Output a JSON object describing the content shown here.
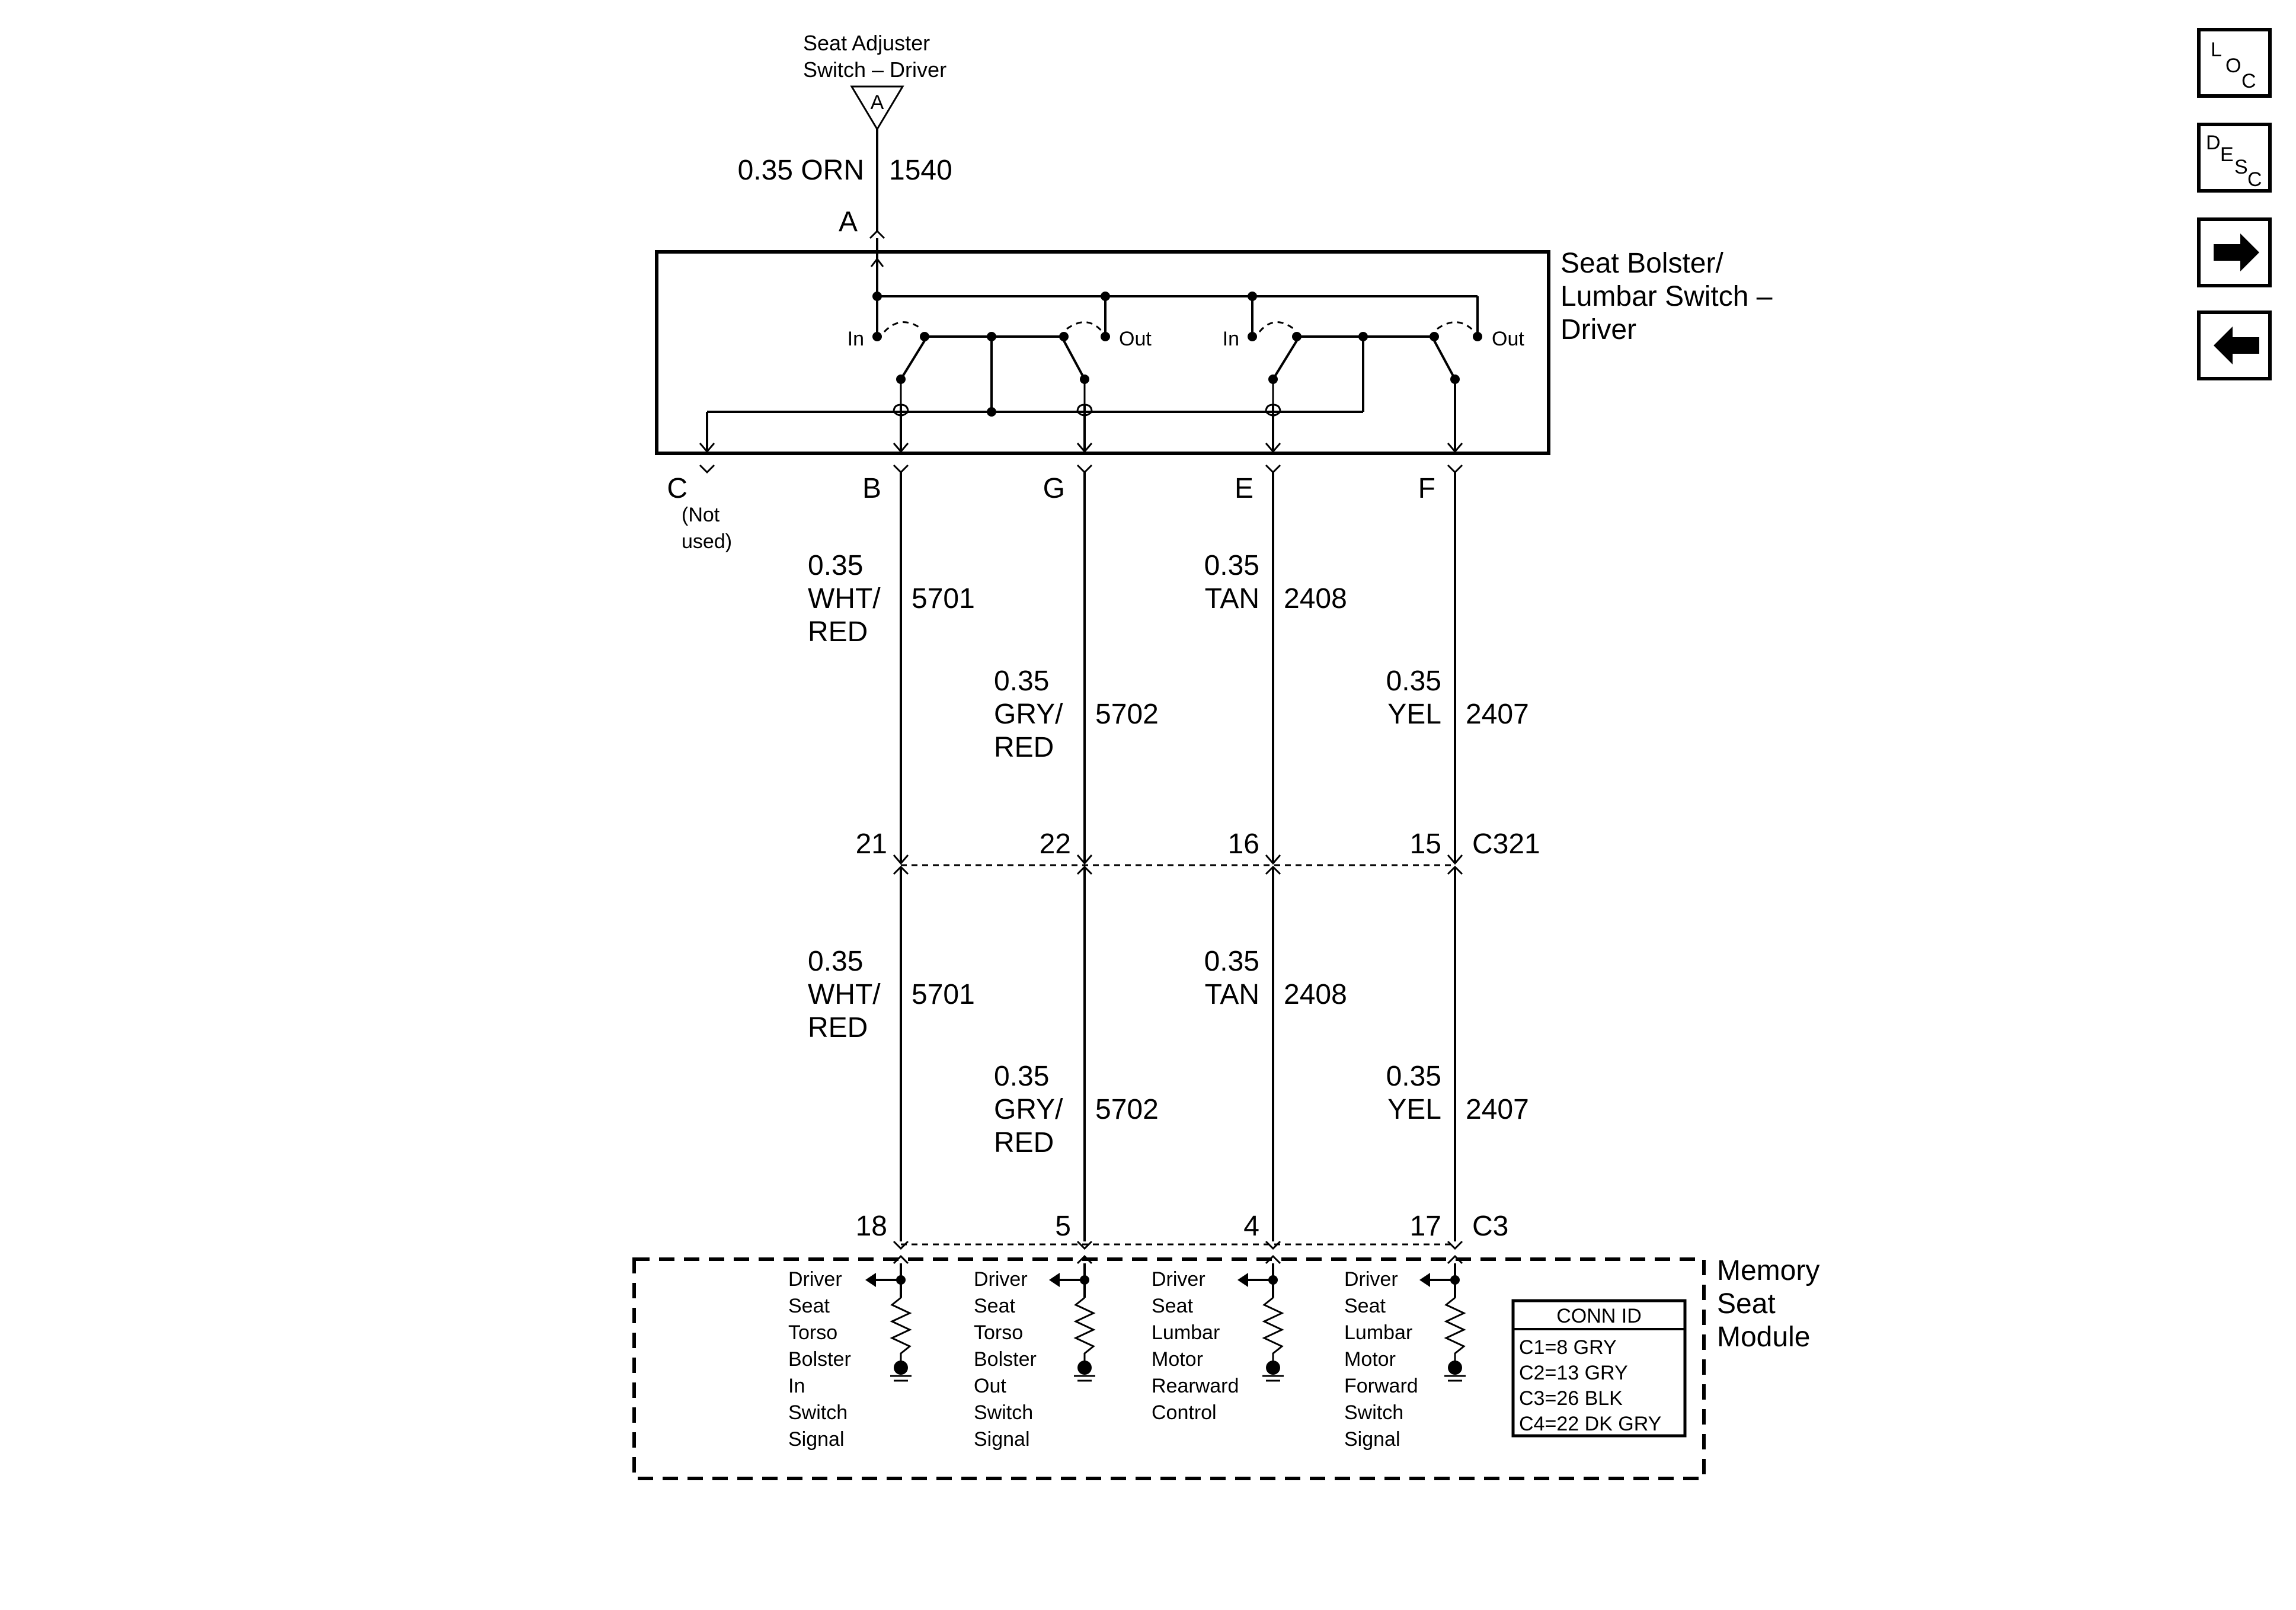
{
  "top_connector": {
    "component": [
      "Seat Adjuster",
      "Switch – Driver"
    ],
    "connector_letter": "A",
    "wire_size_color": "0.35 ORN",
    "circuit": "1540",
    "pin": "A"
  },
  "switch_component": {
    "name": [
      "Seat Bolster/",
      "Lumbar Switch –",
      "Driver"
    ],
    "contact_labels": [
      "In",
      "Out",
      "In",
      "Out"
    ]
  },
  "switch_pins": {
    "C": "C",
    "C_note": [
      "(Not",
      "used)"
    ],
    "B": "B",
    "G": "G",
    "E": "E",
    "F": "F"
  },
  "upper_wires": [
    {
      "lines": [
        "0.35",
        "WHT/",
        "RED"
      ],
      "circuit": "5701"
    },
    {
      "lines": [
        "0.35",
        "GRY/",
        "RED"
      ],
      "circuit": "5702"
    },
    {
      "lines": [
        "0.35",
        "TAN"
      ],
      "circuit": "2408"
    },
    {
      "lines": [
        "0.35",
        "YEL"
      ],
      "circuit": "2407"
    }
  ],
  "c321": {
    "pins": [
      "21",
      "22",
      "16",
      "15"
    ],
    "name": "C321"
  },
  "lower_wires": [
    {
      "lines": [
        "0.35",
        "WHT/",
        "RED"
      ],
      "circuit": "5701"
    },
    {
      "lines": [
        "0.35",
        "GRY/",
        "RED"
      ],
      "circuit": "5702"
    },
    {
      "lines": [
        "0.35",
        "TAN"
      ],
      "circuit": "2408"
    },
    {
      "lines": [
        "0.35",
        "YEL"
      ],
      "circuit": "2407"
    }
  ],
  "c3": {
    "pins": [
      "18",
      "5",
      "4",
      "17"
    ],
    "name": "C3"
  },
  "module": {
    "name": [
      "Memory",
      "Seat",
      "Module"
    ],
    "signals": [
      [
        "Driver",
        "Seat",
        "Torso",
        "Bolster",
        "In",
        "Switch",
        "Signal"
      ],
      [
        "Driver",
        "Seat",
        "Torso",
        "Bolster",
        "Out",
        "Switch",
        "Signal"
      ],
      [
        "Driver",
        "Seat",
        "Lumbar",
        "Motor",
        "Rearward",
        "Control"
      ],
      [
        "Driver",
        "Seat",
        "Lumbar",
        "Motor",
        "Forward",
        "Switch",
        "Signal"
      ]
    ],
    "conn_id": {
      "title": "CONN ID",
      "rows": [
        "C1=8 GRY",
        "C2=13 GRY",
        "C3=26 BLK",
        "C4=22 DK GRY"
      ]
    }
  },
  "nav": {
    "loc": [
      "L",
      "O",
      "C"
    ],
    "desc": [
      "D",
      "E",
      "S",
      "C"
    ],
    "forward": "forward-arrow-icon",
    "back": "back-arrow-icon"
  }
}
